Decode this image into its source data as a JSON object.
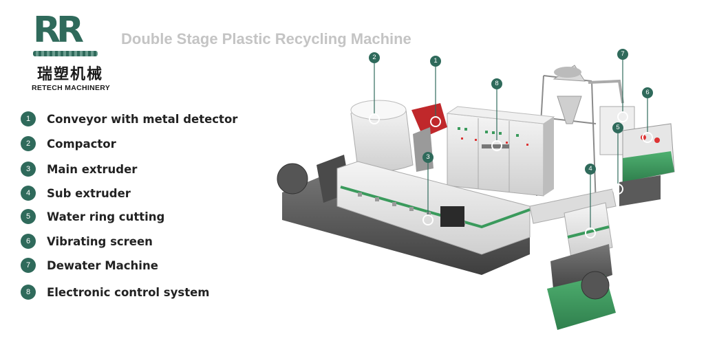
{
  "brand": {
    "mark": "RR",
    "name_cn": "瑞塑机械",
    "name_en": "RETECH MACHINERY"
  },
  "title": "Double Stage Plastic Recycling Machine",
  "legend": [
    {
      "num": "1",
      "label": "Conveyor with metal detector"
    },
    {
      "num": "2",
      "label": "Compactor"
    },
    {
      "num": "3",
      "label": "Main extruder"
    },
    {
      "num": "4",
      "label": "Sub extruder"
    },
    {
      "num": "5",
      "label": "Water ring cutting"
    },
    {
      "num": "6",
      "label": "Vibrating screen"
    },
    {
      "num": "7",
      "label": "Dewater Machine"
    },
    {
      "num": "8",
      "label": "Electronic control system"
    }
  ],
  "callouts": [
    "2",
    "1",
    "8",
    "3",
    "7",
    "6",
    "5",
    "4"
  ],
  "colors": {
    "brand": "#2f6a5b",
    "title": "#c4c4c4",
    "accent_green": "#3a9a5c"
  }
}
